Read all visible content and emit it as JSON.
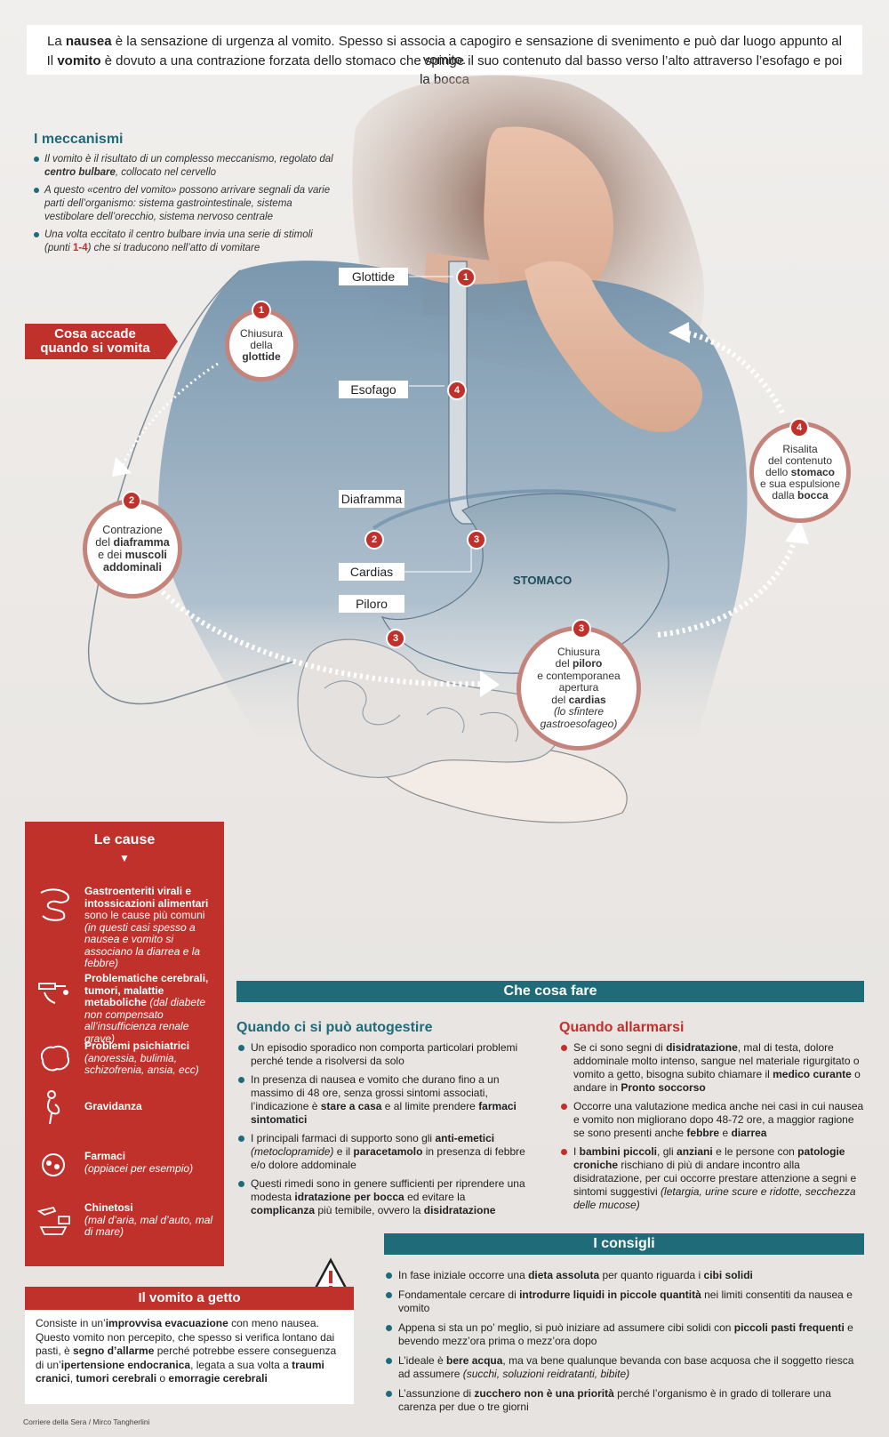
{
  "intro": {
    "l1_pre": "La ",
    "l1_b": "nausea",
    "l1_post": " è la sensazione di urgenza al vomito. Spesso si associa a capogiro e sensazione di svenimento e può dar luogo appunto al vomito.",
    "l2_pre": "Il ",
    "l2_b": "vomito",
    "l2_post": " è dovuto a una contrazione forzata dello stomaco che spinge il suo contenuto dal basso verso l’alto attraverso l’esofago e poi la bocca"
  },
  "mechanisms": {
    "title": "I meccanismi",
    "b1_pre": "Il vomito è il risultato di un complesso meccanismo, regolato dal ",
    "b1_b": "centro bulbare",
    "b1_post": ", collocato nel cervello",
    "b2": "A questo «centro del vomito» possono arrivare segnali da varie parti dell’organismo: sistema gastrointestinale, sistema vestibolare dell’orecchio, sistema nervoso centrale",
    "b3_pre": "Una volta eccitato il centro bulbare invia una serie di stimoli (punti ",
    "b3_red": "1-4",
    "b3_post": ") che si traducono nell’atto di vomitare"
  },
  "banner": {
    "l1": "Cosa accade",
    "l2": "quando si vomita"
  },
  "steps": {
    "s1": {
      "n": "1",
      "l1": "Chiusura",
      "l2": "della",
      "b": "glottide"
    },
    "s2": {
      "n": "2",
      "l1": "Contrazione",
      "l2_pre": "del ",
      "l2_b": "diaframma",
      "l3_pre": "e dei ",
      "l3_b": "muscoli",
      "l4_b": "addominali"
    },
    "s3": {
      "n": "3",
      "l1": "Chiusura",
      "l2_pre": "del ",
      "l2_b": "piloro",
      "l3": "e contemporanea",
      "l4": "apertura",
      "l5_pre": "del ",
      "l5_b": "cardias",
      "l6": "(lo sfintere",
      "l7": "gastroesofageo)"
    },
    "s4": {
      "n": "4",
      "l1": "Risalita",
      "l2": "del contenuto",
      "l3_pre": "dello ",
      "l3_b": "stomaco",
      "l4": "e sua espulsione",
      "l5_pre": "dalla ",
      "l5_b": "bocca"
    }
  },
  "labels": {
    "glottide": "Glottide",
    "esofago": "Esofago",
    "diaframma": "Diaframma",
    "cardias": "Cardias",
    "piloro": "Piloro",
    "stomaco": "STOMACO",
    "n1": "1",
    "n2": "2",
    "n3": "3",
    "n4": "4"
  },
  "causes": {
    "title": "Le cause",
    "arrow": "▼",
    "c1_b": "Gastroenteriti virali e intossicazioni alimentari",
    "c1_t": "sono le cause più comuni",
    "c1_i": "(in questi casi spesso a nausea e vomito si associano la diarrea e la febbre)",
    "c2_b": "Problematiche cerebrali, tumori, malattie metaboliche",
    "c2_i": "(dal diabete non compensato all’insufficienza renale grave)",
    "c3_b": "Problemi psichiatrici",
    "c3_i": "(anoressia, bulimia, schizofrenia, ansia, ecc)",
    "c4_b": "Gravidanza",
    "c5_b": "Farmaci",
    "c5_i": "(oppiacei per esempio)",
    "c6_b": "Chinetosi",
    "c6_i": "(mal d’aria, mal d’auto, mal di mare)"
  },
  "getto": {
    "title": "Il vomito a getto",
    "t1": "Consiste in un’",
    "b1": "improvvisa evacuazione",
    "t2": " con meno nausea. Questo vomito non percepito, che spesso si verifica lontano dai pasti, è ",
    "b2": "segno d’allarme",
    "t3": " perché potrebbe essere conseguenza di un’",
    "b3": "ipertensione endocranica",
    "t4": ", legata a sua volta a ",
    "b4": "traumi cranici",
    "t5": ", ",
    "b5": "tumori cerebrali",
    "t6": " o ",
    "b6": "emorragie cerebrali"
  },
  "todo": {
    "title": "Che cosa fare",
    "self": {
      "title": "Quando ci si può autogestire",
      "i1": "Un episodio sporadico non comporta particolari problemi perché tende a risolversi da solo",
      "i2_t": "In presenza di nausea e vomito che durano fino a un massimo di 48 ore, senza grossi sintomi associati, l’indicazione è ",
      "i2_b1": "stare a casa",
      "i2_t2": " e al limite prendere ",
      "i2_b2": "farmaci sintomatici",
      "i3_t": "I principali farmaci di supporto sono gli ",
      "i3_b1": "anti-emetici",
      "i3_i": " (metoclopramide)",
      "i3_t2": " e il ",
      "i3_b2": "paracetamolo",
      "i3_t3": " in presenza di febbre e/o dolore addominale",
      "i4_t": "Questi rimedi sono in genere sufficienti per riprendere una modesta ",
      "i4_b1": "idratazione per bocca",
      "i4_t2": " ed evitare la ",
      "i4_b2": "complicanza",
      "i4_t3": " più temibile, ovvero la ",
      "i4_b3": "disidratazione"
    },
    "alarm": {
      "title": "Quando allarmarsi",
      "i1_t": "Se ci sono segni di ",
      "i1_b1": "disidratazione",
      "i1_t2": ", mal di testa, dolore addominale molto intenso, sangue nel materiale rigurgitato o vomito a getto, bisogna subito chiamare il ",
      "i1_b2": "medico curante",
      "i1_t3": " o andare in ",
      "i1_b3": "Pronto soccorso",
      "i2_t": "Occorre una valutazione medica anche nei casi in cui nausea e vomito non migliorano dopo 48-72 ore, a maggior ragione se sono presenti anche ",
      "i2_b1": "febbre",
      "i2_t2": " e ",
      "i2_b2": "diarrea",
      "i3_t": "I ",
      "i3_b1": "bambini piccoli",
      "i3_t2": ", gli ",
      "i3_b2": "anziani",
      "i3_t3": " e le persone con ",
      "i3_b3": "patologie croniche",
      "i3_t4": " rischiano di più di andare incontro alla disidratazione, per cui occorre prestare attenzione a segni e sintomi suggestivi ",
      "i3_i": "(letargia, urine scure e ridotte, secchezza delle mucose)"
    }
  },
  "consigli": {
    "title": "I consigli",
    "i1_t": "In fase iniziale occorre una ",
    "i1_b1": "dieta assoluta",
    "i1_t2": " per quanto riguarda i ",
    "i1_b2": "cibi solidi",
    "i2_t": "Fondamentale cercare di ",
    "i2_b": "introdurre liquidi in piccole quantità",
    "i2_t2": " nei limiti consentiti da nausea e vomito",
    "i3_t": "Appena si sta un po’ meglio, si può iniziare ad assumere cibi solidi con ",
    "i3_b": "piccoli pasti frequenti",
    "i3_t2": " e bevendo mezz’ora prima o mezz’ora dopo",
    "i4_t": "L’ideale è ",
    "i4_b": "bere acqua",
    "i4_t2": ", ma va bene qualunque bevanda con base acquosa che il soggetto riesca ad assumere ",
    "i4_i": "(succhi, soluzioni reidratanti, bibite)",
    "i5_t": "L’assunzione di ",
    "i5_b": "zucchero non è una priorità",
    "i5_t2": " perché l’organismo è in grado di tollerare una carenza per due o tre giorni"
  },
  "credit": "Corriere della Sera / Mirco Tangherlini",
  "colors": {
    "red": "#c0312b",
    "teal": "#1f6b79",
    "ring": "#c4837b"
  }
}
